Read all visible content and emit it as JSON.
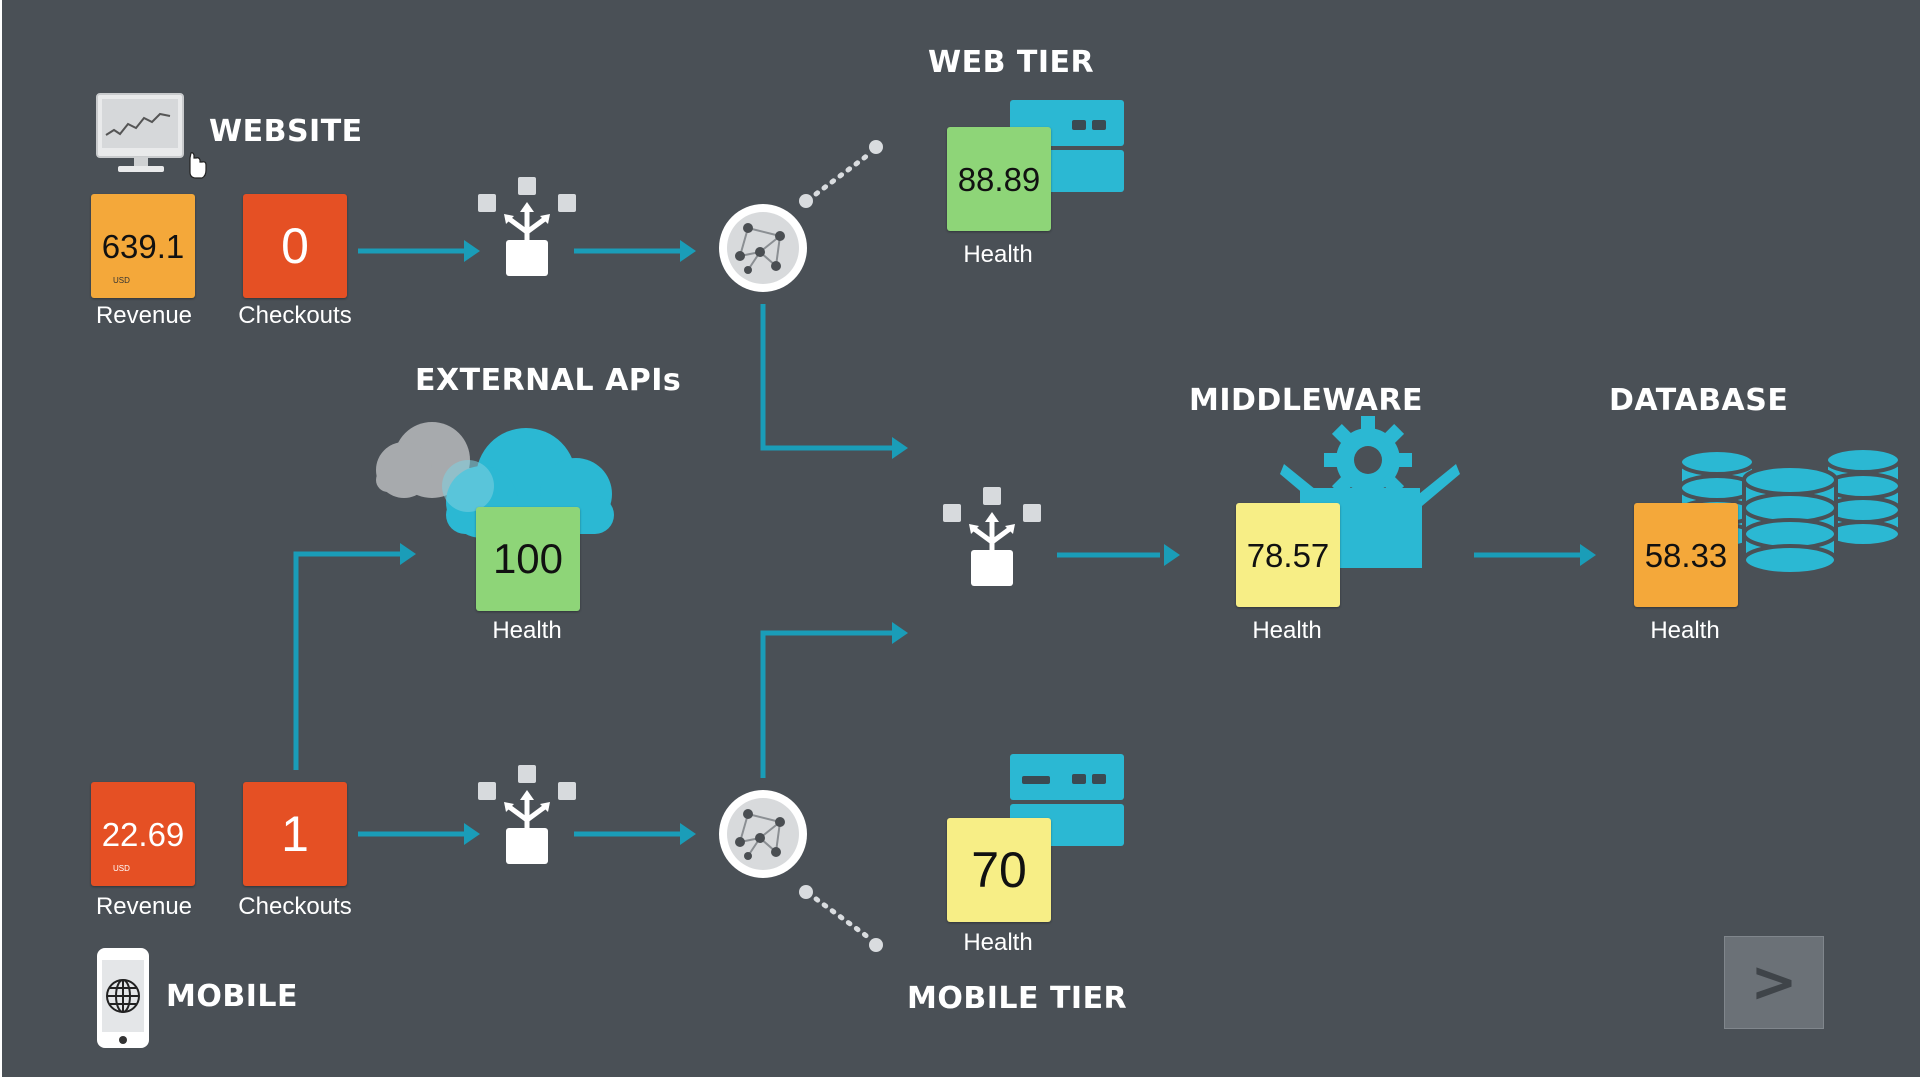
{
  "sections": {
    "website": "WEBSITE",
    "web_tier": "WEB TIER",
    "external_apis": "EXTERNAL APIs",
    "middleware": "MIDDLEWARE",
    "database": "DATABASE",
    "mobile": "MOBILE",
    "mobile_tier": "MOBILE TIER"
  },
  "website": {
    "revenue": {
      "value": "639.1",
      "unit": "USD",
      "label": "Revenue",
      "color": "#f4a83a"
    },
    "checkouts": {
      "value": "0",
      "label": "Checkouts",
      "color": "#e55024"
    }
  },
  "mobile": {
    "revenue": {
      "value": "22.69",
      "unit": "USD",
      "label": "Revenue",
      "color": "#e55024"
    },
    "checkouts": {
      "value": "1",
      "label": "Checkouts",
      "color": "#e55024"
    }
  },
  "web_tier": {
    "value": "88.89",
    "label": "Health",
    "color": "#8ed578"
  },
  "external_apis": {
    "value": "100",
    "label": "Health",
    "color": "#8ed578"
  },
  "middleware": {
    "value": "78.57",
    "label": "Health",
    "color": "#f7ee86"
  },
  "database": {
    "value": "58.33",
    "label": "Health",
    "color": "#f4a83a"
  },
  "mobile_tier": {
    "value": "70",
    "label": "Health",
    "color": "#f7ee86"
  },
  "next_button": {
    "label": ">"
  },
  "colors": {
    "background": "#4a5056",
    "accent": "#2bb8d3",
    "arrow": "#1a9db8"
  },
  "icons": [
    "monitor-icon",
    "hand-cursor-icon",
    "load-balancer-icon",
    "network-node-icon",
    "server-icon",
    "cloud-icon",
    "middleware-box-icon",
    "gear-icon",
    "database-icon",
    "mobile-phone-icon",
    "globe-icon"
  ]
}
